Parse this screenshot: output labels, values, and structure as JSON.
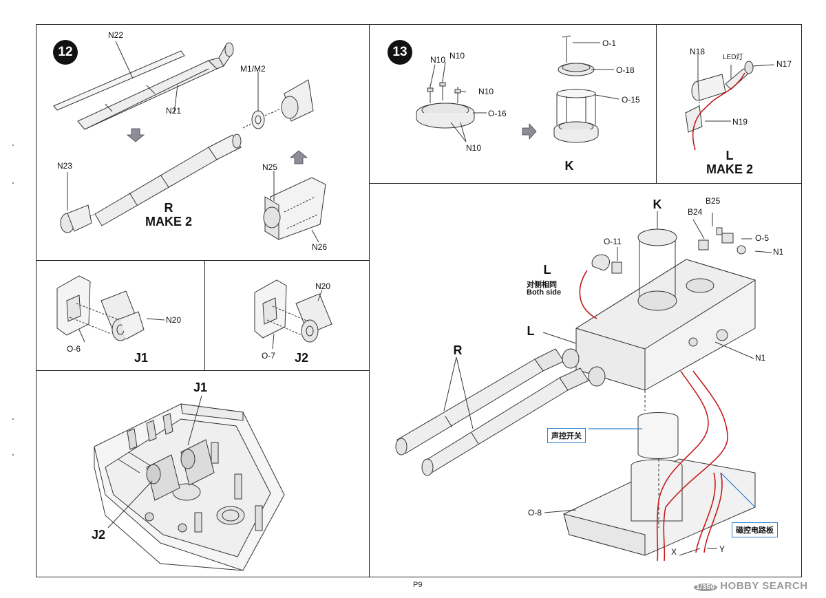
{
  "page": {
    "number": "P9"
  },
  "watermark": {
    "text": "HOBBY SEARCH",
    "prefix": "1/350"
  },
  "step12": {
    "badge": "12",
    "labels": {
      "n22": "N22",
      "n21": "N21",
      "m1m2": "M1/M2",
      "n23": "N23",
      "n25": "N25",
      "n26": "N26"
    },
    "assembly": "R",
    "make": "MAKE 2"
  },
  "step13": {
    "badge": "13",
    "labels": {
      "n10a": "N10",
      "n10b": "N10",
      "n10c": "N10",
      "n10d": "N10",
      "o16": "O-16",
      "o1": "O-1",
      "o18": "O-18",
      "o15": "O-15"
    },
    "assembly": "K"
  },
  "stepL": {
    "labels": {
      "n18": "N18",
      "led": "LED灯",
      "n17": "N17",
      "n19": "N19"
    },
    "assembly": "L",
    "make": "MAKE 2"
  },
  "j1": {
    "labels": {
      "n20": "N20",
      "o6": "O-6"
    },
    "assembly": "J1"
  },
  "j2": {
    "labels": {
      "n20": "N20",
      "o7": "O-7"
    },
    "assembly": "J2"
  },
  "hull": {
    "labels": {
      "j1": "J1",
      "j2": "J2"
    }
  },
  "main": {
    "labels": {
      "k": "K",
      "b25": "B25",
      "b24": "B24",
      "o5": "O-5",
      "o11": "O-11",
      "n1a": "N1",
      "l_top": "L",
      "both_side_cn": "对侧相同",
      "both_side_en": "Both side",
      "l_mid": "L",
      "n1b": "N1",
      "r": "R",
      "o8": "O-8",
      "x": "X",
      "y": "Y"
    },
    "callouts": {
      "sound_switch": "声控开关",
      "magnetic_board": "磁控电路板"
    }
  },
  "colors": {
    "border": "#222222",
    "callout_border": "#2a7fd0",
    "wire_red": "#c41a1a",
    "arrow_fill": "#8f8c98",
    "watermark": "#9a9a9a"
  }
}
